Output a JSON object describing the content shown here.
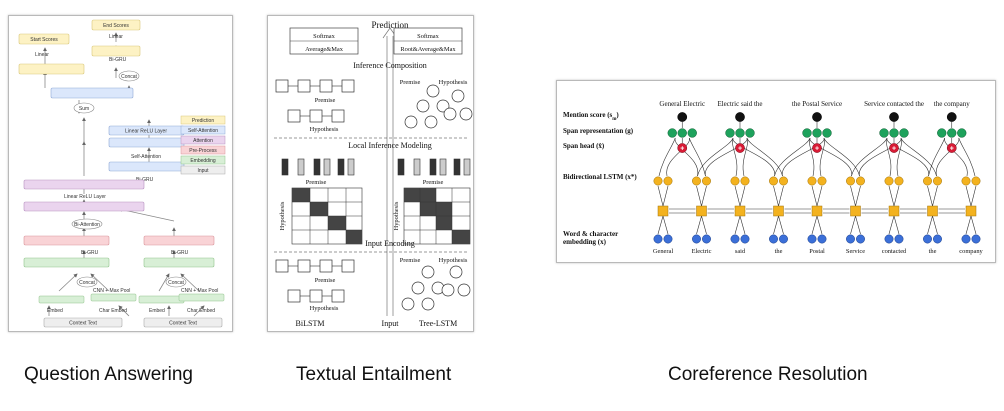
{
  "captions": {
    "qa": "Question Answering",
    "te": "Textual Entailment",
    "cr": "Coreference Resolution"
  },
  "qa": {
    "start_scores": "Start Scores",
    "end_scores": "End Scores",
    "linear": "Linear",
    "bigru": "Bi-GRU",
    "concat": "Concat",
    "sum": "Sum",
    "linear_relu_layer": "Linear ReLU Layer",
    "self_attention": "Self-Attention",
    "bi_attention": "Bi-Attention",
    "cnn_max_pool": "CNN + Max Pool",
    "embed": "Embed",
    "char_embed": "Char Embed",
    "context_text": "Context Text",
    "legend": [
      "Prediction",
      "Self-Attention",
      "Attention",
      "Pre-Process",
      "Embedding",
      "Input"
    ]
  },
  "te": {
    "prediction": "Prediction",
    "softmax": "Softmax",
    "average_max": "Average&Max",
    "root_average_max": "Root&Average&Max",
    "inference_composition": "Inference Composition",
    "local_inference_modeling": "Local Inference Modeling",
    "input_encoding": "Input Encoding",
    "premise": "Premise",
    "hypothesis": "Hypothesis",
    "bilstm": "BiLSTM",
    "input": "Input",
    "tree_lstm": "Tree-LSTM"
  },
  "cr": {
    "row_labels": {
      "mention": "Mention score (s",
      "mention_sub": "m",
      "mention_end": ")",
      "span_rep": "Span representation (g)",
      "span_head": "Span head (x̂)",
      "bilstm": "Bidirectional LSTM (x*)",
      "word_char_1": "Word & character",
      "word_char_2": "embedding (x)"
    },
    "spans": [
      "General Electric",
      "Electric said the",
      "the Postal Service",
      "Service contacted the",
      "the company"
    ],
    "words": [
      "General",
      "Electric",
      "said",
      "the",
      "Postal",
      "Service",
      "contacted",
      "the",
      "company"
    ]
  },
  "colors": {
    "prediction": "#fdf2c4",
    "self_attention": "#dbe7fb",
    "attention": "#ead4ee",
    "pre_process": "#f9d3d6",
    "embedding": "#d8efd6",
    "input": "#eeeeee",
    "green_node": "#1ea25c",
    "blue_node": "#3b6fd8",
    "orange_node": "#f3b21f",
    "red_node": "#d81b35"
  }
}
